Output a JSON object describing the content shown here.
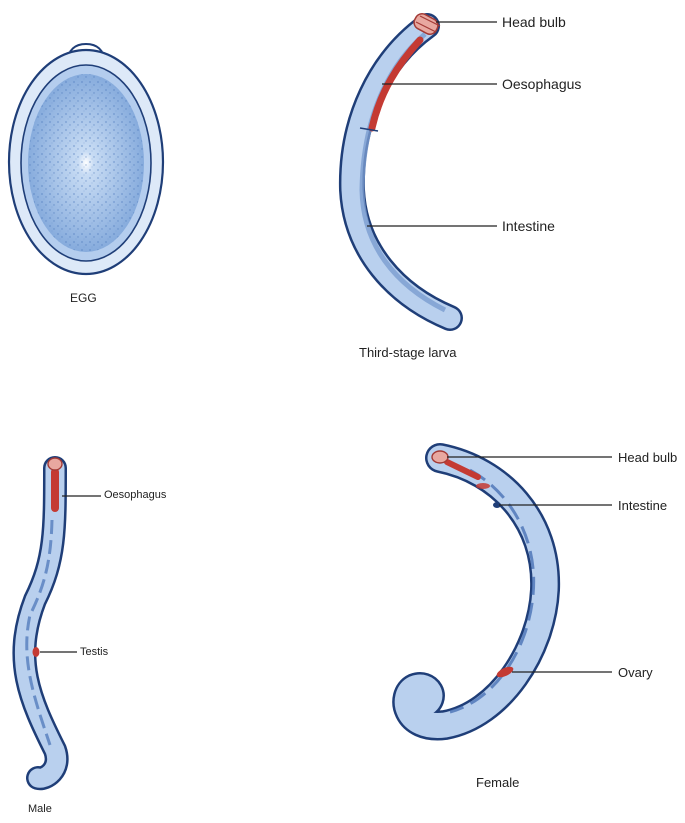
{
  "egg": {
    "caption": "EGG"
  },
  "larva": {
    "caption": "Third-stage larva",
    "labels": {
      "head_bulb": "Head bulb",
      "oesophagus": "Oesophagus",
      "intestine": "Intestine"
    }
  },
  "male": {
    "caption": "Male",
    "labels": {
      "oesophagus": "Oesophagus",
      "testis": "Testis"
    }
  },
  "female": {
    "caption": "Female",
    "labels": {
      "head_bulb": "Head bulb",
      "intestine": "Intestine",
      "ovary": "Ovary"
    }
  },
  "colors": {
    "body_fill": "#b9d0ee",
    "egg_fill": "#dde9f8",
    "egg_inner": "#a9c6ea",
    "outline": "#1f3e78",
    "organ_red": "#c43a33",
    "pointer_line": "#222222"
  }
}
